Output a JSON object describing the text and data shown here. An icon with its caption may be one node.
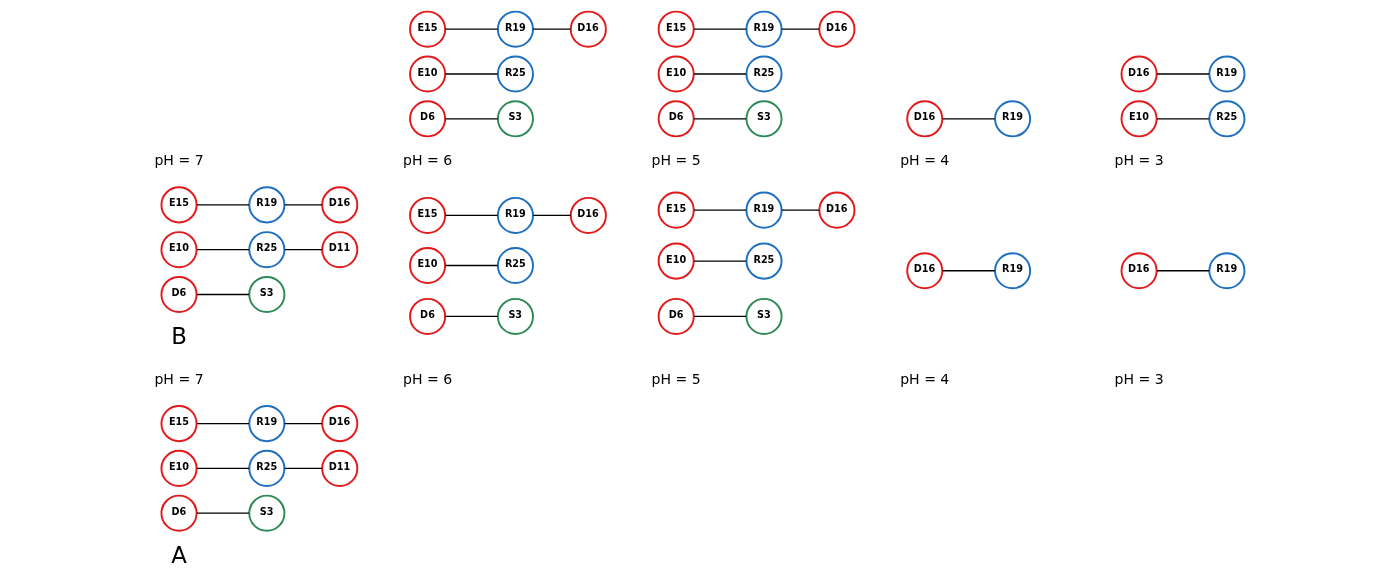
{
  "diagram": {
    "nodes": [
      {
        "text": [
          "D6"
        ]
      },
      {
        "text": [
          "S3"
        ]
      },
      {
        "text": [
          "E10"
        ]
      },
      {
        "text": [
          "R25"
        ]
      },
      {
        "text": [
          "D11"
        ]
      },
      {
        "text": [
          "E15"
        ]
      },
      {
        "text": [
          "R19"
        ]
      },
      {
        "text": [
          "D16"
        ]
      },
      {
        "text": [
          "D6"
        ]
      },
      {
        "text": [
          "S3"
        ]
      },
      {
        "text": [
          "E10"
        ]
      },
      {
        "text": [
          "R25"
        ]
      },
      {
        "text": [
          "E15"
        ]
      },
      {
        "text": [
          "R19"
        ]
      },
      {
        "text": [
          "D16"
        ]
      },
      {
        "text": [
          "D6"
        ]
      },
      {
        "text": [
          "S3"
        ]
      },
      {
        "text": [
          "E10"
        ]
      },
      {
        "text": [
          "R25"
        ]
      },
      {
        "text": [
          "E15"
        ]
      },
      {
        "text": [
          "R19"
        ]
      },
      {
        "text": [
          "D16"
        ]
      },
      {
        "text": [
          "D16"
        ]
      },
      {
        "text": [
          "R19"
        ]
      },
      {
        "text": [
          "D16"
        ]
      },
      {
        "text": [
          "R19"
        ]
      },
      {
        "text": [
          "D6"
        ]
      },
      {
        "text": [
          "S3"
        ]
      },
      {
        "text": [
          "E10"
        ]
      },
      {
        "text": [
          "R25"
        ]
      },
      {
        "text": [
          "D11"
        ]
      },
      {
        "text": [
          "E15"
        ]
      },
      {
        "text": [
          "R19"
        ]
      },
      {
        "text": [
          "D16"
        ]
      },
      {
        "text": [
          "D6"
        ]
      },
      {
        "text": [
          "S3"
        ]
      },
      {
        "text": [
          "E10"
        ]
      },
      {
        "text": [
          "R25"
        ]
      },
      {
        "text": [
          "E15"
        ]
      },
      {
        "text": [
          "R19"
        ]
      },
      {
        "text": [
          "D16"
        ]
      },
      {
        "text": [
          "D6"
        ]
      },
      {
        "text": [
          "S3"
        ]
      },
      {
        "text": [
          "E10"
        ]
      },
      {
        "text": [
          "R25"
        ]
      },
      {
        "text": [
          "E15"
        ]
      },
      {
        "text": [
          "R19"
        ]
      },
      {
        "text": [
          "D16"
        ]
      },
      {
        "text": [
          "D16"
        ]
      },
      {
        "text": [
          "R19"
        ]
      },
      {
        "text": [
          "E10"
        ]
      },
      {
        "text": [
          "R25"
        ]
      },
      {
        "text": [
          "D16"
        ]
      },
      {
        "text": [
          "R19"
        ]
      }
    ],
    "edges": [
      {
        "from": 0,
        "to": 1,
        "arrow": "none"
      },
      {
        "from": 2,
        "to": 3,
        "arrow": "none"
      },
      {
        "from": 3,
        "to": 4,
        "arrow": "none"
      },
      {
        "from": 5,
        "to": 6,
        "arrow": "none"
      },
      {
        "from": 6,
        "to": 7,
        "arrow": "none"
      },
      {
        "from": 8,
        "to": 9,
        "arrow": "none"
      },
      {
        "from": 10,
        "to": 11,
        "arrow": "none"
      },
      {
        "from": 12,
        "to": 13,
        "arrow": "none"
      },
      {
        "from": 13,
        "to": 14,
        "arrow": "none"
      },
      {
        "from": 15,
        "to": 16,
        "arrow": "none"
      },
      {
        "from": 17,
        "to": 18,
        "arrow": "none"
      },
      {
        "from": 19,
        "to": 20,
        "arrow": "none"
      },
      {
        "from": 20,
        "to": 21,
        "arrow": "none"
      },
      {
        "from": 22,
        "to": 23,
        "arrow": "none"
      },
      {
        "from": 24,
        "to": 25,
        "arrow": "none"
      },
      {
        "from": 26,
        "to": 27,
        "arrow": "none"
      },
      {
        "from": 28,
        "to": 29,
        "arrow": "none"
      },
      {
        "from": 29,
        "to": 30,
        "arrow": "none"
      },
      {
        "from": 31,
        "to": 32,
        "arrow": "none"
      },
      {
        "from": 32,
        "to": 33,
        "arrow": "none"
      },
      {
        "from": 34,
        "to": 35,
        "arrow": "none"
      },
      {
        "from": 36,
        "to": 37,
        "arrow": "none"
      },
      {
        "from": 38,
        "to": 39,
        "arrow": "none"
      },
      {
        "from": 39,
        "to": 40,
        "arrow": "none"
      },
      {
        "from": 41,
        "to": 42,
        "arrow": "none"
      },
      {
        "from": 43,
        "to": 44,
        "arrow": "none"
      },
      {
        "from": 45,
        "to": 46,
        "arrow": "none"
      },
      {
        "from": 46,
        "to": 47,
        "arrow": "none"
      },
      {
        "from": 48,
        "to": 49,
        "arrow": "none"
      },
      {
        "from": 50,
        "to": 51,
        "arrow": "none"
      },
      {
        "from": 52,
        "to": 53,
        "arrow": "none"
      }
    ],
    "labels": [
      "A",
      "pH = 7",
      "pH = 6",
      "pH = 5",
      "pH = 4",
      "pH = 3",
      "B",
      "pH = 7",
      "pH = 6",
      "pH = 5",
      "pH = 4",
      "pH = 3"
    ]
  }
}
